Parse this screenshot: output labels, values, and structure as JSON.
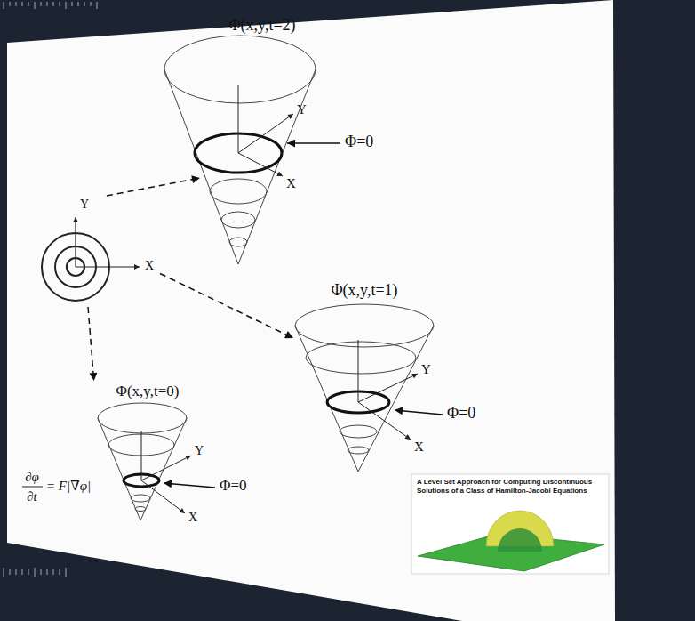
{
  "diagram": {
    "nodes": [
      {
        "text": [
          "Φ(x,y,t=2)",
          "Y",
          "X"
        ]
      },
      {
        "text": [
          "Y",
          "X"
        ]
      },
      {
        "text": [
          "Φ(x,y,t=1)",
          "Y",
          "X"
        ]
      },
      {
        "text": [
          "Φ(x,y,t=0)",
          "Y",
          "X"
        ]
      },
      {
        "text": [
          "A Level Set Approach for Computing Discontinuous Solutions of a Class of Hamilton-Jacobi Equations"
        ]
      }
    ],
    "edges": [
      {
        "from": 1,
        "to": 0,
        "arrow": "to"
      },
      {
        "from": 1,
        "to": 2,
        "arrow": "to"
      },
      {
        "from": 1,
        "to": 3,
        "arrow": "to"
      }
    ],
    "labels": [
      "Φ=0",
      "Φ=0",
      "Φ=0",
      "∂φ",
      "∂t",
      "= F|∇φ|"
    ]
  }
}
